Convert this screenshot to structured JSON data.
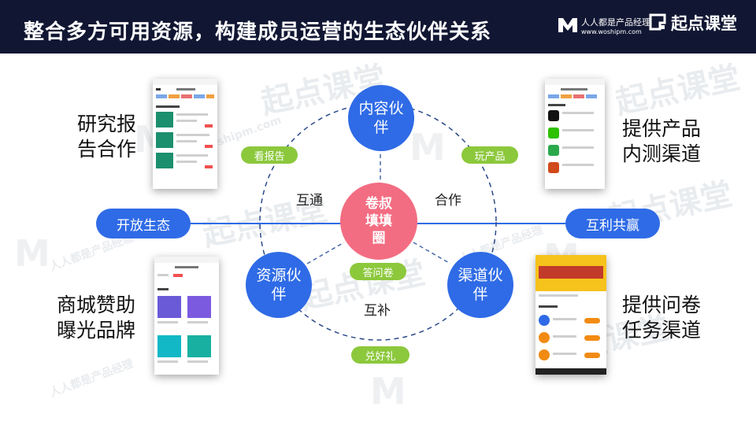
{
  "header": {
    "title": "整合多方可用资源，构建成员运营的生态伙伴关系",
    "logo1_name": "人人都是产品经理",
    "logo1_url": "www.woshipm.com",
    "logo2_name": "起点课堂"
  },
  "watermark": {
    "text1": "起点课堂",
    "text2": "人人都是产品经理",
    "text3": "www.woshipm.com"
  },
  "diagram": {
    "center": "卷叔填填圈",
    "nodes": {
      "top": "内容伙伴",
      "left": "资源伙伴",
      "right": "渠道伙伴"
    },
    "pills": {
      "left": "开放生态",
      "right": "互利共赢"
    },
    "green_labels": {
      "top_left": "看报告",
      "top_right": "玩产品",
      "center_bottom": "答问卷",
      "bottom": "兑好礼"
    },
    "relations": {
      "left": "互通",
      "right": "合作",
      "bottom": "互补"
    },
    "side_texts": {
      "top_left": [
        "研究报",
        "告合作"
      ],
      "top_right": [
        "提供产品",
        "内测渠道"
      ],
      "bottom_left": [
        "商城赞助",
        "曝光品牌"
      ],
      "bottom_right": [
        "提供问卷",
        "任务渠道"
      ]
    }
  },
  "colors": {
    "header_bg": "#111733",
    "node_blue": "#2f6be6",
    "center_pink": "#f36d82",
    "label_green": "#8cc83c"
  }
}
